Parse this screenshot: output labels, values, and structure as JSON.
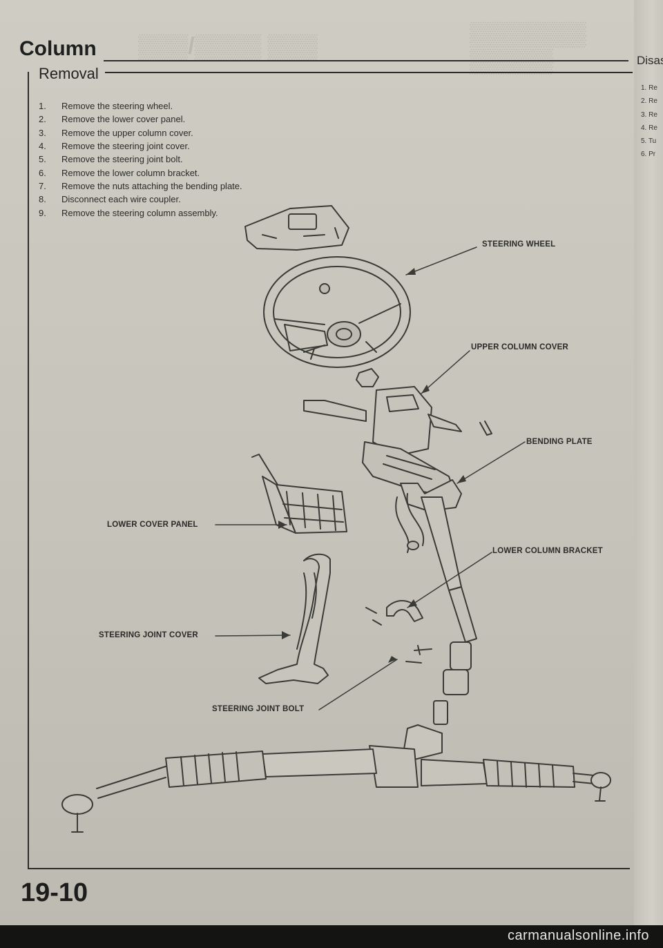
{
  "header": {
    "section_title": "Column",
    "subsection_title": "Removal"
  },
  "steps": [
    {
      "num": "1.",
      "text": "Remove the steering wheel."
    },
    {
      "num": "2.",
      "text": "Remove the lower cover panel."
    },
    {
      "num": "3.",
      "text": "Remove the upper column cover."
    },
    {
      "num": "4.",
      "text": "Remove the steering joint cover."
    },
    {
      "num": "5.",
      "text": "Remove the steering joint bolt."
    },
    {
      "num": "6.",
      "text": "Remove the lower column bracket."
    },
    {
      "num": "7.",
      "text": "Remove the nuts attaching the bending plate."
    },
    {
      "num": "8.",
      "text": "Disconnect each wire coupler."
    },
    {
      "num": "9.",
      "text": "Remove the steering column assembly."
    }
  ],
  "callouts": {
    "steering_wheel": "STEERING WHEEL",
    "upper_column_cover": "UPPER COLUMN COVER",
    "bending_plate": "BENDING PLATE",
    "lower_cover_panel": "LOWER COVER PANEL",
    "lower_column_bracket": "LOWER COLUMN BRACKET",
    "steering_joint_cover": "STEERING JOINT COVER",
    "steering_joint_bolt": "STEERING JOINT BOLT"
  },
  "footer": {
    "page_number": "19-10"
  },
  "facing_page": {
    "title": "Disas",
    "items": [
      "1. Re",
      "2. Re",
      "3. Re",
      "4. Re",
      "5. Tu",
      "6. Pr"
    ]
  },
  "watermark": "carmanualsonline.info",
  "colors": {
    "paper": "#cfcdc3",
    "ink": "#2a2a28",
    "border": "#141412"
  }
}
